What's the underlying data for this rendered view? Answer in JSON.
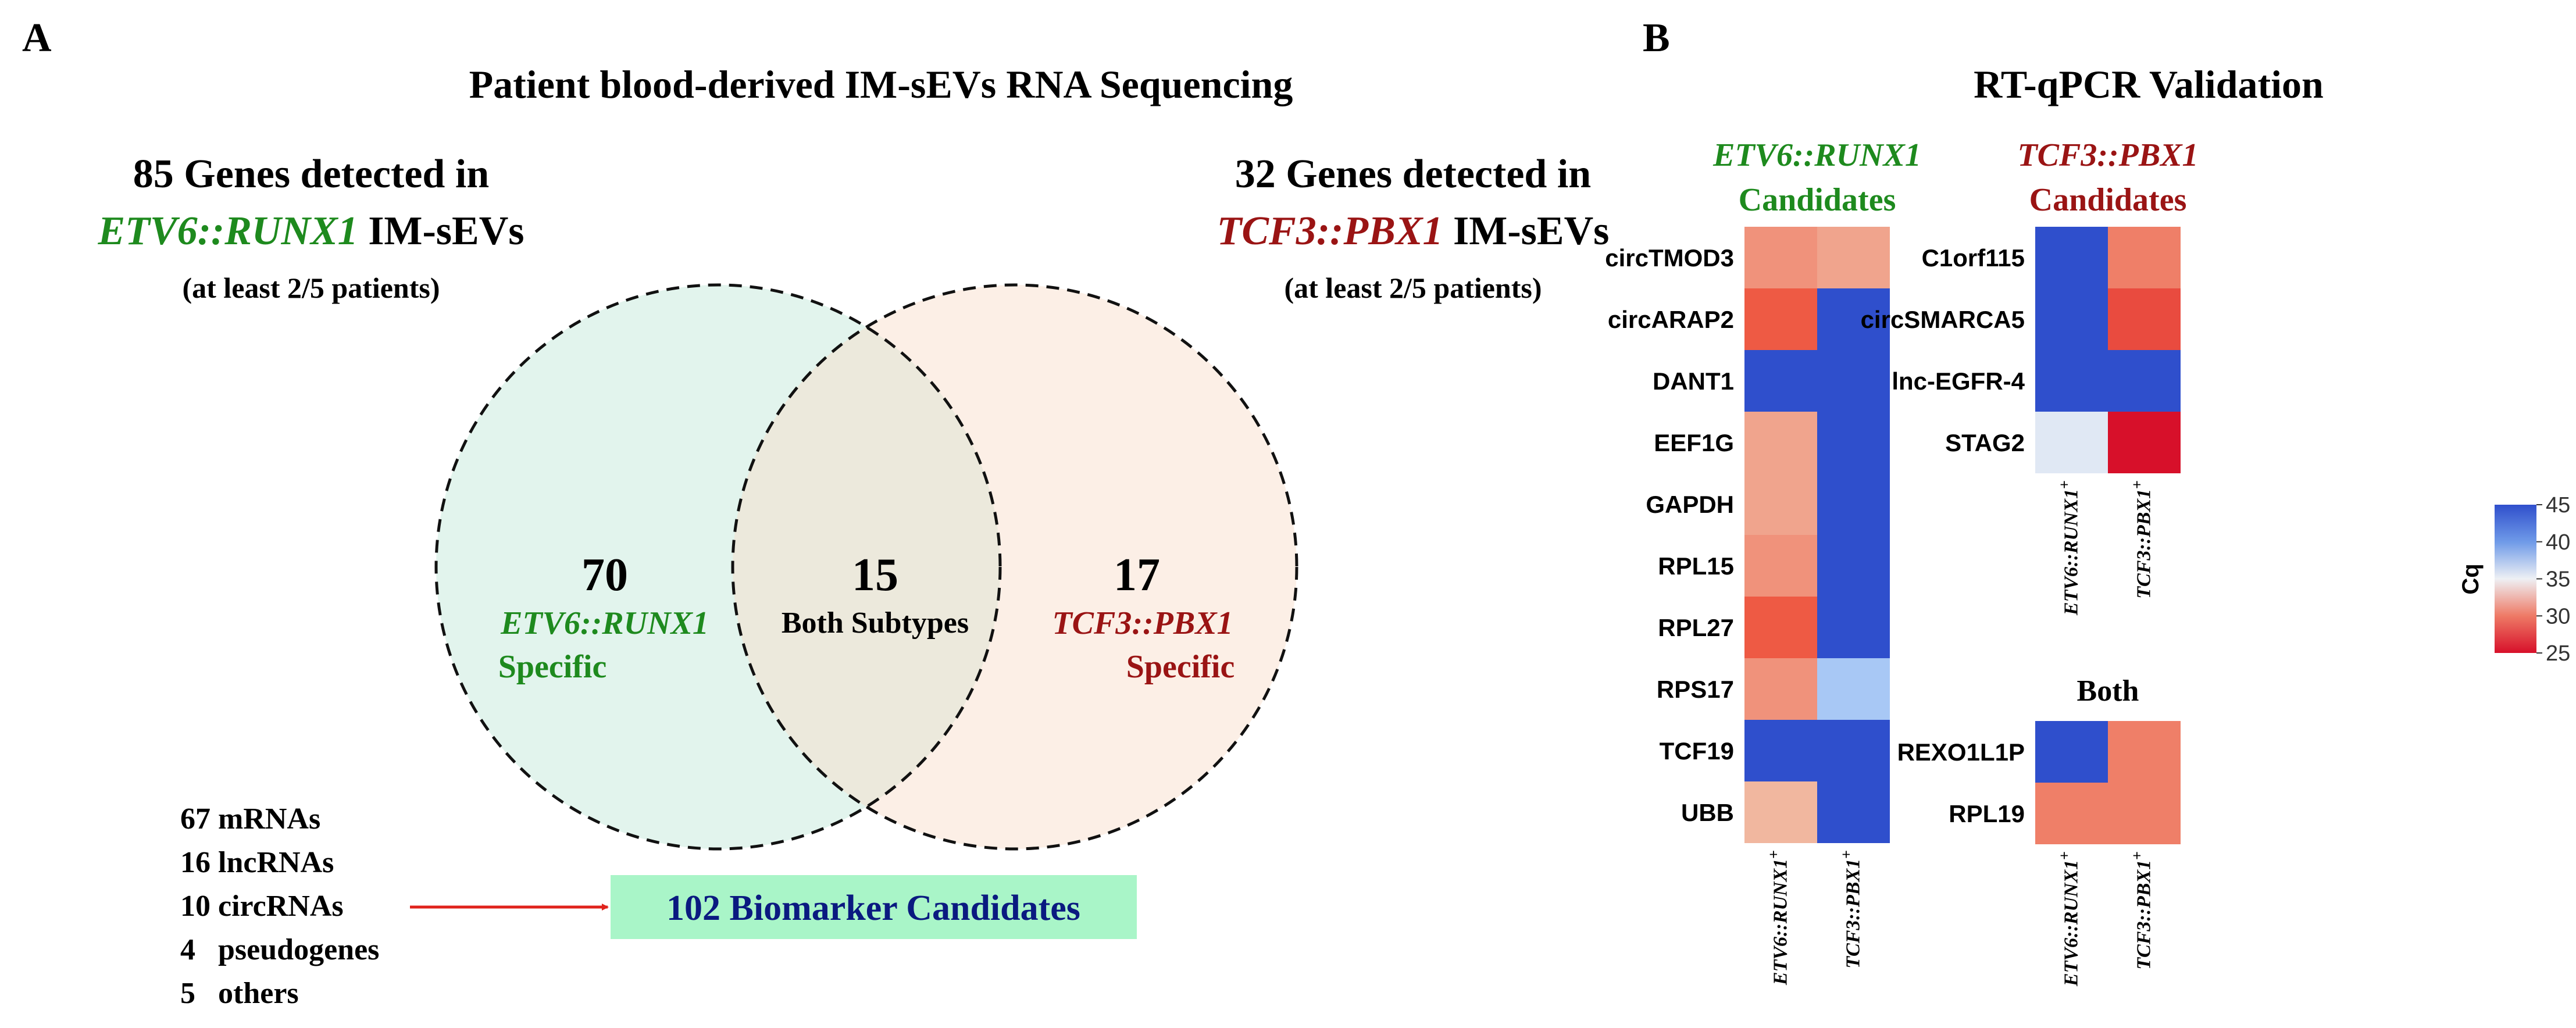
{
  "panel_a": {
    "label": "A",
    "title": "Patient blood-derived IM-sEVs RNA Sequencing",
    "left_set": {
      "line1": "85 Genes detected in",
      "subtype": "ETV6::RUNX1",
      "suffix": " IM-sEVs",
      "note": "(at least 2/5 patients)"
    },
    "right_set": {
      "line1": "32 Genes detected in",
      "subtype": "TCF3::PBX1",
      "suffix": " IM-sEVs",
      "note": "(at least 2/5 patients)"
    },
    "regions": {
      "left": {
        "count": "70",
        "label1": "ETV6::RUNX1",
        "label2": "Specific"
      },
      "overlap": {
        "count": "15",
        "label1": "Both Subtypes"
      },
      "right": {
        "count": "17",
        "label1": "TCF3::PBX1",
        "label2": "Specific"
      }
    },
    "breakdown": [
      "67 mRNAs",
      "16 lncRNAs",
      "10 circRNAs",
      "4   pseudogenes",
      "5   others"
    ],
    "result_box": "102 Biomarker Candidates"
  },
  "panel_b": {
    "label": "B",
    "title": "RT-qPCR Validation",
    "columns": [
      "ETV6::RUNX1",
      "TCF3::PBX1"
    ],
    "column_superscript": "+",
    "colorbar": {
      "label": "Cq",
      "ticks": [
        45,
        40,
        35,
        30,
        25
      ],
      "min": 25,
      "max": 45
    }
  },
  "chart_data": {
    "type": "heatmap",
    "value_label": "Cq",
    "range": [
      25,
      45
    ],
    "columns": [
      "ETV6::RUNX1+",
      "TCF3::PBX1+"
    ],
    "groups": [
      {
        "title_line1": "ETV6::RUNX1",
        "title_line2": "Candidates",
        "rows": [
          "circTMOD3",
          "circARAP2",
          "DANT1",
          "EEF1G",
          "GAPDH",
          "RPL15",
          "RPL27",
          "RPS17",
          "TCF19",
          "UBB"
        ],
        "values": [
          [
            33,
            34
          ],
          [
            30,
            45
          ],
          [
            45,
            45
          ],
          [
            34,
            45
          ],
          [
            34,
            45
          ],
          [
            33,
            45
          ],
          [
            30,
            45
          ],
          [
            33,
            40
          ],
          [
            45,
            45
          ],
          [
            35,
            45
          ]
        ]
      },
      {
        "title_line1": "TCF3::PBX1",
        "title_line2": "Candidates",
        "rows": [
          "C1orf115",
          "circSMARCA5",
          "lnc-EGFR-4",
          "STAG2"
        ],
        "values": [
          [
            45,
            32
          ],
          [
            45,
            29
          ],
          [
            45,
            45
          ],
          [
            38,
            25
          ]
        ]
      },
      {
        "title_line1": "Both",
        "title_line2": "",
        "rows": [
          "REXO1L1P",
          "RPL19"
        ],
        "values": [
          [
            45,
            32
          ],
          [
            32,
            32
          ]
        ]
      }
    ]
  }
}
